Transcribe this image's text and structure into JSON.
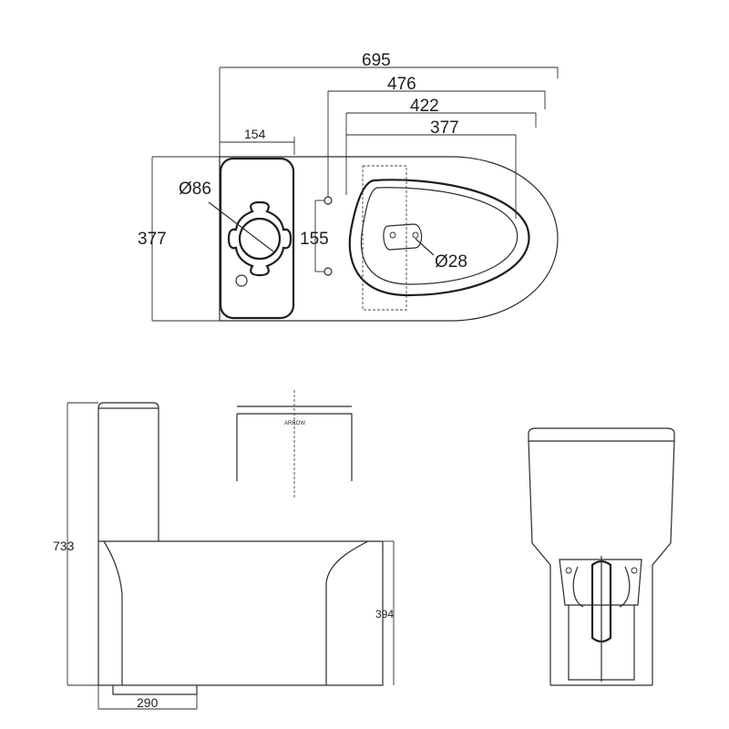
{
  "top_view": {
    "dim_total_length": "695",
    "dim_476": "476",
    "dim_422": "422",
    "dim_377_top": "377",
    "dim_tank_width": "154",
    "dim_height": "377",
    "dim_hole_spacing": "155",
    "dim_button_diameter": "Ø86",
    "dim_outlet_diameter": "Ø28"
  },
  "side_view": {
    "dim_total_height": "733",
    "dim_bowl_height": "394",
    "dim_outlet_distance": "290",
    "arrow_label": "ARROW"
  }
}
